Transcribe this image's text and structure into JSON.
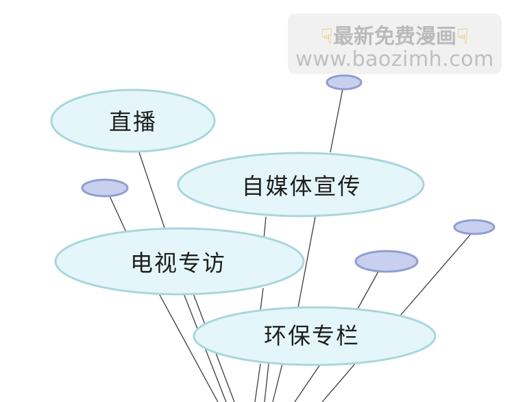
{
  "balloons": [
    {
      "id": "livestream",
      "label": "直播"
    },
    {
      "id": "self-media",
      "label": "自媒体宣传"
    },
    {
      "id": "tv-interview",
      "label": "电视专访"
    },
    {
      "id": "environment-column",
      "label": "环保专栏"
    }
  ],
  "watermark": {
    "line1": "最新免费漫画",
    "line2": "www.baozimh.com",
    "hand_icon": "pointing-down-hand-icon"
  },
  "colors": {
    "large_balloon_fill": "#e4f6fa",
    "large_balloon_stroke": "#a8d6dc",
    "small_balloon_fill": "#c9d0ef",
    "small_balloon_stroke": "#8f9ed0",
    "string": "#3a3a3a"
  }
}
